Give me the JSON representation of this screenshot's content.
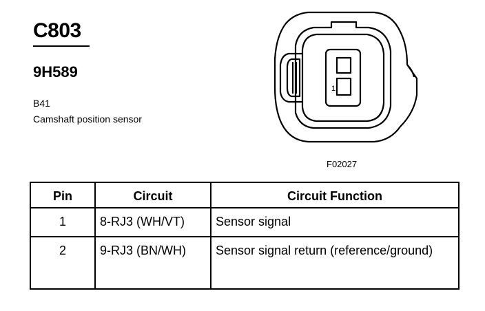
{
  "connector": {
    "id": "C803",
    "part_number": "9H589",
    "location_code": "B41",
    "description": "Camshaft position sensor",
    "figure_code": "F02027",
    "figure_pin_label": "1"
  },
  "pin_table": {
    "headers": [
      "Pin",
      "Circuit",
      "Circuit Function"
    ],
    "rows": [
      {
        "pin": "1",
        "circuit": "8-RJ3 (WH/VT)",
        "function": "Sensor signal"
      },
      {
        "pin": "2",
        "circuit": "9-RJ3 (BN/WH)",
        "function": "Sensor signal return (reference/ground)"
      }
    ]
  }
}
